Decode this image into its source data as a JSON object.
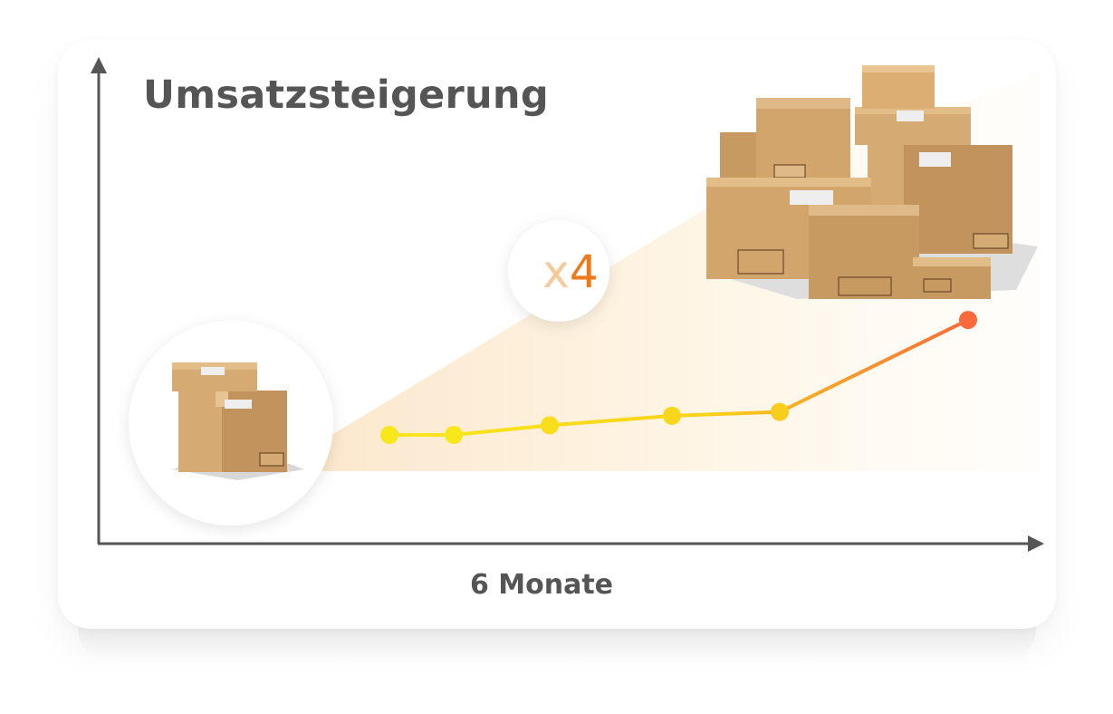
{
  "chart_data": {
    "type": "line",
    "title": "Umsatzsteigerung",
    "xlabel": "6 Monate",
    "ylabel": "",
    "x": [
      1,
      2,
      3,
      4,
      5,
      6
    ],
    "series": [
      {
        "values": [
          1.0,
          1.0,
          1.25,
          1.5,
          1.6,
          4.0
        ]
      }
    ],
    "ylim": [
      0,
      4.5
    ],
    "grid": false,
    "legend": "none",
    "annotation": {
      "prefix": "x",
      "value": "4"
    },
    "colors": {
      "line_start": "#f8e71c",
      "line_end": "#fb6a3a",
      "axis": "#555555"
    },
    "icons": {
      "start": "single-box-stack-icon",
      "end": "many-boxes-stack-icon"
    }
  }
}
